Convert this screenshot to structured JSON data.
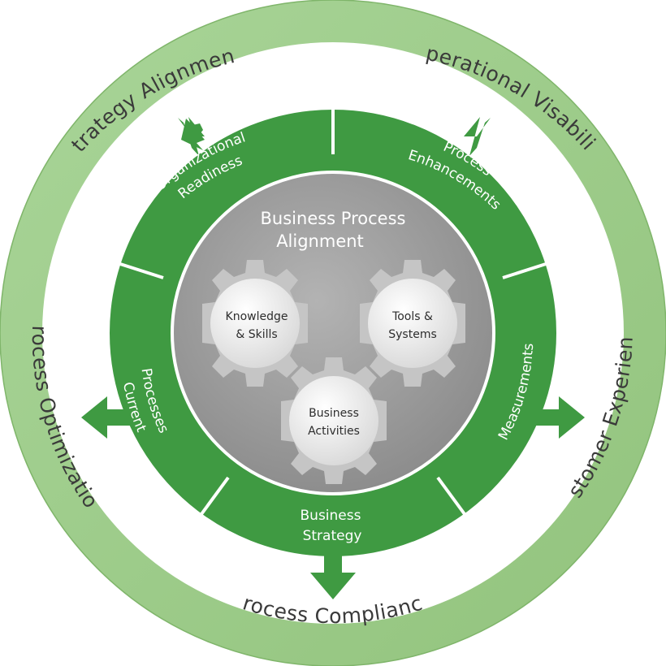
{
  "outer_ring": {
    "labels": {
      "strategy_alignment": "Strategy Alignment",
      "operational_visibility": "Operational Visability",
      "customer_experience": "Customer Experience",
      "process_compliance": "Process Compliance",
      "process_optimization": "Process Optimization"
    }
  },
  "segments": {
    "organizational_readiness": [
      "Organizational",
      "Readiness"
    ],
    "process_enhancements": [
      "Process",
      "Enhancements"
    ],
    "measurements": [
      "Measurements"
    ],
    "business_strategy": [
      "Business",
      "Strategy"
    ],
    "current_processes": [
      "Current",
      "Processes"
    ]
  },
  "center": {
    "title": [
      "Business Process",
      "Alignment"
    ]
  },
  "gears": {
    "knowledge_skills": [
      "Knowledge",
      "& Skills"
    ],
    "tools_systems": [
      "Tools &",
      "Systems"
    ],
    "business_activities": [
      "Business",
      "Activities"
    ]
  },
  "colors": {
    "outer_ring": "#9fcb8b",
    "segment_green": "#3f9a42",
    "center_gray": "#9b9b9b",
    "gear_gray": "#c9c9c9"
  }
}
